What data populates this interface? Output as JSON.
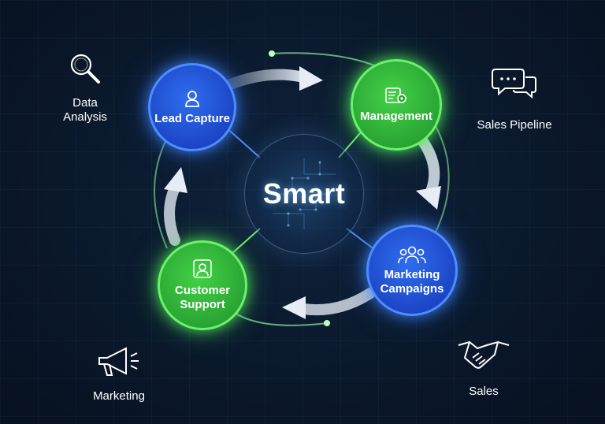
{
  "center": {
    "label": "Smart"
  },
  "nodes": {
    "lead_capture": {
      "label": "Lead Capture",
      "icon": "person-icon",
      "color": "#1c46c6"
    },
    "management": {
      "label": "Management",
      "icon": "gear-document-icon",
      "color": "#2aa534"
    },
    "marketing_campaigns": {
      "label_line1": "Marketing",
      "label_line2": "Campaigns",
      "icon": "group-icon",
      "color": "#1c46c6"
    },
    "customer_support": {
      "label_line1": "Customer",
      "label_line2": "Support",
      "icon": "support-agent-icon",
      "color": "#2aa534"
    }
  },
  "side_labels": {
    "data_analysis": {
      "line1": "Data",
      "line2": "Analysis",
      "icon": "magnifier-icon"
    },
    "sales_pipeline": {
      "label": "Sales Pipeline",
      "icon": "chat-bubbles-icon"
    },
    "marketing": {
      "label": "Marketing",
      "icon": "megaphone-icon"
    },
    "sales": {
      "label": "Sales",
      "icon": "handshake-icon"
    }
  },
  "colors": {
    "blue_glow": "#4e8dff",
    "green_glow": "#6cf26a",
    "background": "#0b1a2e"
  }
}
